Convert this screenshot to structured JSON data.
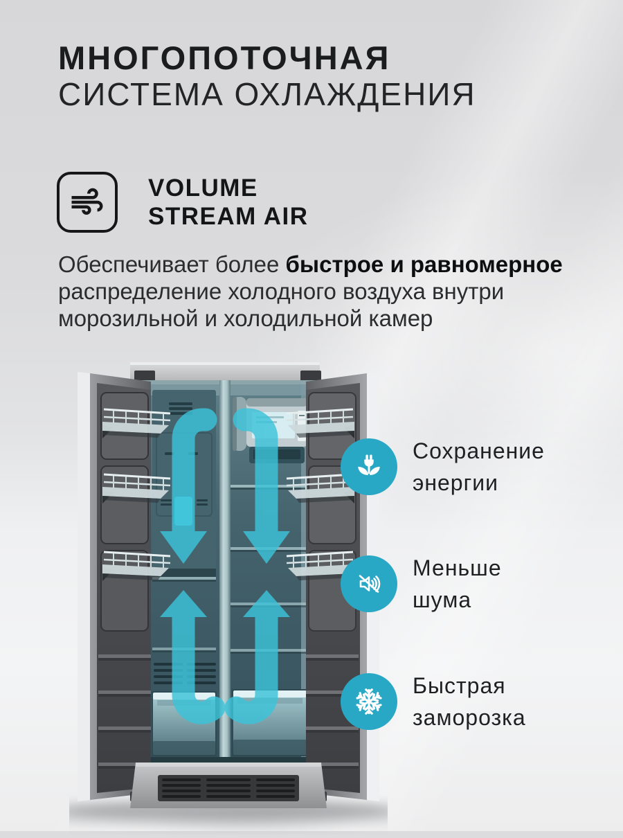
{
  "header": {
    "title_line1": "МНОГОПОТОЧНАЯ",
    "title_line2": "СИСТЕМА ОХЛАЖДЕНИЯ"
  },
  "air_feature": {
    "icon": "air-flow-icon",
    "name_line1": "VOLUME",
    "name_line2": "STREAM AIR"
  },
  "description": {
    "part1": "Обеспечивает более ",
    "bold": "быстрое и равномерное",
    "part2": " распределение холодного воздуха внутри морозильной и холодильной камер"
  },
  "benefits": [
    {
      "icon": "energy-saving-icon",
      "line1": "Сохранение",
      "line2": "энергии"
    },
    {
      "icon": "noise-reduction-icon",
      "line1": "Меньше",
      "line2": "шума"
    },
    {
      "icon": "fast-freeze-icon",
      "line1": "Быстрая",
      "line2": "заморозка"
    }
  ],
  "illustration": {
    "subject": "side-by-side refrigerator, doors open, multi-flow cold air arrows circulating in both compartments"
  },
  "colors": {
    "accent_teal": "#29A8C6",
    "arrow_teal": "#3CC3D9",
    "background": "#DCDCDE",
    "title_text": "#1B1C1E",
    "body_text": "#2B2C2E"
  }
}
